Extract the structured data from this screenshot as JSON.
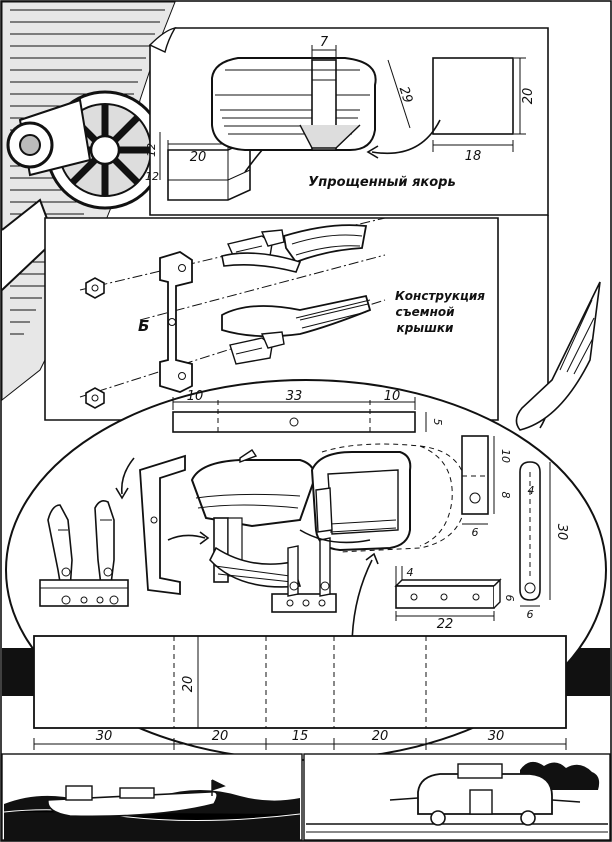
{
  "labels": {
    "anchor": "Упрощенный якорь",
    "cover_line1": "Конструкция",
    "cover_line2": "съемной",
    "cover_line3": "крышки",
    "bracket": "Б"
  },
  "dimensions": {
    "anchor_sheet_w": "20",
    "anchor_sheet_h": "12",
    "anchor_sheet_d": "12",
    "anchor_width": "7",
    "anchor_len": "29",
    "plate_h": "20",
    "plate_w": "18",
    "strip_left": "10",
    "strip_mid": "33",
    "strip_right": "10",
    "strip_h": "5",
    "tab_h1": "10",
    "tab_h2": "8",
    "tab_w": "6",
    "link_w": "4",
    "link_len": "30",
    "link_bw": "6",
    "block_h": "4",
    "block_d": "6",
    "block_len": "22",
    "body_h": "20",
    "body_seg1": "30",
    "body_seg2": "20",
    "body_seg3": "15",
    "body_seg4": "20",
    "body_seg5": "30"
  }
}
